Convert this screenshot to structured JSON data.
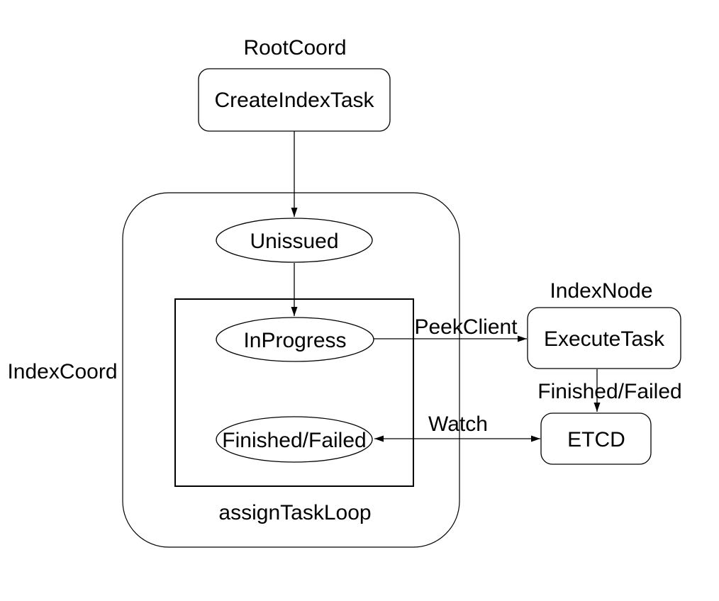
{
  "diagram": {
    "colors": {
      "stroke": "#000000",
      "text": "#000000",
      "background": "#ffffff"
    },
    "group_labels": {
      "root_coord": "RootCoord",
      "index_coord": "IndexCoord",
      "index_node": "IndexNode",
      "assign_task_loop": "assignTaskLoop"
    },
    "nodes": {
      "create_index_task": {
        "label": "CreateIndexTask",
        "shape": "rounded-rect"
      },
      "unissued": {
        "label": "Unissued",
        "shape": "ellipse"
      },
      "in_progress": {
        "label": "InProgress",
        "shape": "ellipse"
      },
      "finished_failed": {
        "label": "Finished/Failed",
        "shape": "ellipse"
      },
      "execute_task": {
        "label": "ExecuteTask",
        "shape": "rounded-rect"
      },
      "etcd": {
        "label": "ETCD",
        "shape": "rounded-rect"
      }
    },
    "edges": [
      {
        "from": "create_index_task",
        "to": "unissued",
        "label": ""
      },
      {
        "from": "unissued",
        "to": "in_progress",
        "label": ""
      },
      {
        "from": "in_progress",
        "to": "execute_task",
        "label": "PeekClient"
      },
      {
        "from": "execute_task",
        "to": "etcd",
        "label": "Finished/Failed"
      },
      {
        "from": "etcd",
        "to": "finished_failed",
        "label": "Watch",
        "bidirectional": true
      }
    ]
  }
}
